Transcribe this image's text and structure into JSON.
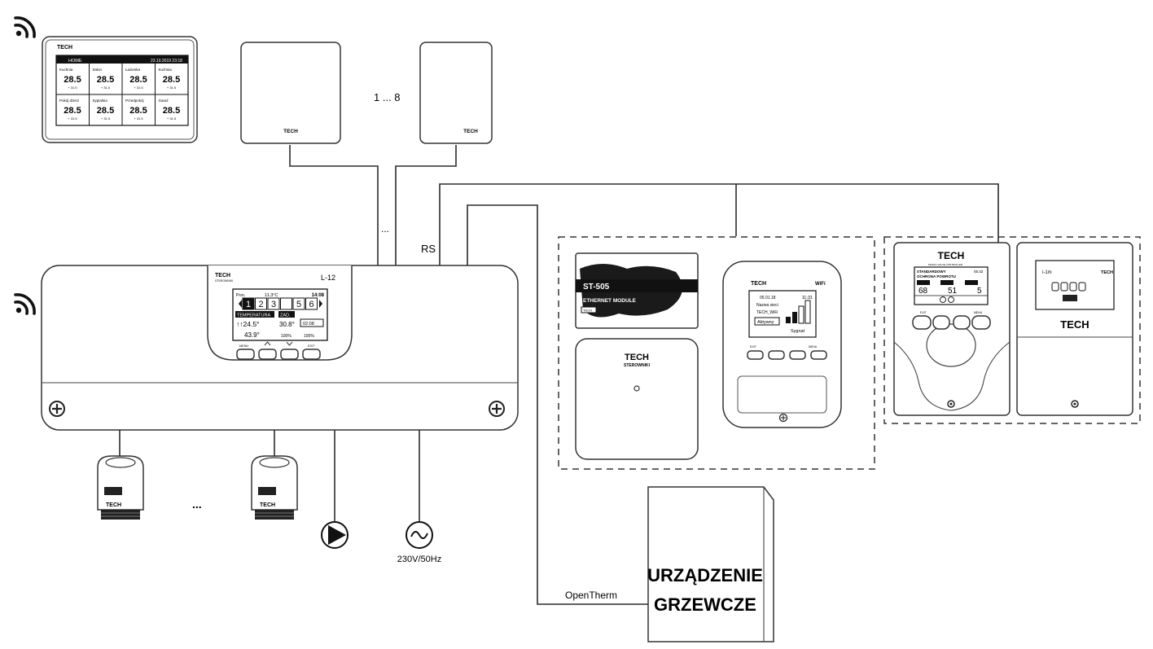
{
  "labels": {
    "sensor_count": "1 ... 8",
    "vertical_dots": "...",
    "rs": "RS",
    "actuator_dots": "...",
    "voltage": "230V/50Hz",
    "opentherm": "OpenTherm",
    "heater_line1": "URZĄDZENIE",
    "heater_line2": "GRZEWCZE"
  },
  "brand": {
    "tech": "TECH",
    "sterowniki": "STEROWNIKI"
  },
  "touch_panel": {
    "status_left": "HOME",
    "status_right": "23.10.2019 23:18",
    "zones": [
      {
        "name": "Kuchnia",
        "temp": "28.5",
        "set": "+ 31.5"
      },
      {
        "name": "Salon",
        "temp": "28.5",
        "set": "+ 31.5"
      },
      {
        "name": "Łazienka",
        "temp": "28.5",
        "set": "+ 31.5"
      },
      {
        "name": "Kuchnia",
        "temp": "28.5",
        "set": "+ 31.5"
      },
      {
        "name": "Pokój dzieci",
        "temp": "28.5",
        "set": "+ 31.5"
      },
      {
        "name": "Sypialnia",
        "temp": "28.5",
        "set": "+ 31.5"
      },
      {
        "name": "Przedpokój",
        "temp": "28.5",
        "set": "+ 31.5"
      },
      {
        "name": "Garaż",
        "temp": "28.5",
        "set": "+ 31.5"
      }
    ]
  },
  "l12": {
    "model": "L-12",
    "day": "Pon.",
    "outdoor": "11.3°C",
    "time": "14:08",
    "zones": [
      "1",
      "2",
      "3",
      "",
      "5",
      "6"
    ],
    "temp_label": "TEMPERATURA",
    "zad_label": "ZAD.",
    "temp_value": "↑↑24.5°",
    "zad_value": "30.8°",
    "timer": "02:08",
    "floor_value": "43.9°",
    "signal": "100%",
    "battery": "100%",
    "btn_menu": "MENU",
    "btn_exit": "EXIT"
  },
  "st505": {
    "model": "ST-505",
    "subtitle": "ETHERNET MODULE",
    "small": "TECH"
  },
  "wifi_module": {
    "brand": "TECH",
    "wifi": "WiFi",
    "date": "05.01.18",
    "time": "11:31",
    "net_label": "Nazwa sieci",
    "net_name": "TECH_WiFi",
    "status": "Aktywny",
    "signal": "Sygnał",
    "btn_exit": "EXIT",
    "btn_menu": "MENU"
  },
  "mixer": {
    "title": "MIXING VALVE CONTROLLER",
    "line1": "STANDARDOWY",
    "line2": "OCHRONA POWROTU",
    "time": "05:32",
    "vals": [
      "68",
      "51",
      "5"
    ],
    "btn_exit": "EXIT",
    "btn_menu": "MENU"
  },
  "i1m": {
    "model": "i-1m"
  }
}
